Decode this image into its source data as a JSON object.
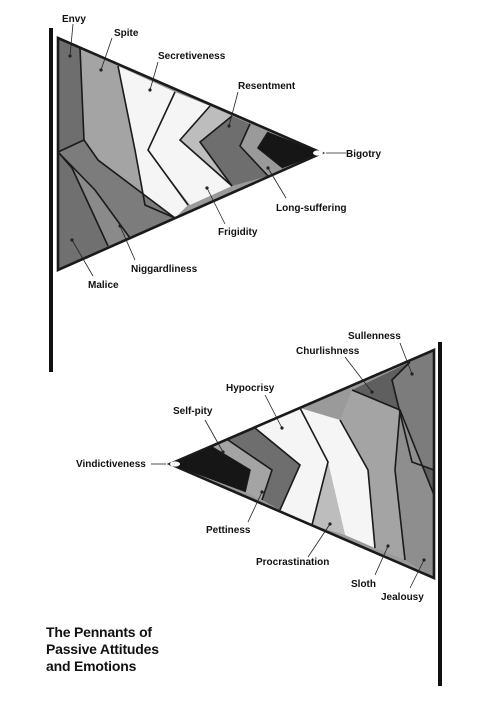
{
  "title": {
    "line1": "The Pennants of",
    "line2": "Passive Attitudes",
    "line3": "and Emotions"
  },
  "pennant_top": {
    "labels": {
      "envy": "Envy",
      "spite": "Spite",
      "secretiveness": "Secretiveness",
      "resentment": "Resentment",
      "bigotry": "Bigotry",
      "long_suffering": "Long-suffering",
      "frigidity": "Frigidity",
      "niggardliness": "Niggardliness",
      "malice": "Malice"
    }
  },
  "pennant_bottom": {
    "labels": {
      "sullenness": "Sullenness",
      "churlishness": "Churlishness",
      "hypocrisy": "Hypocrisy",
      "self_pity": "Self-pity",
      "vindictiveness": "Vindictiveness",
      "pettiness": "Pettiness",
      "procrastination": "Procrastination",
      "sloth": "Sloth",
      "jealousy": "Jealousy"
    }
  },
  "colors": {
    "pole": "#111111",
    "outline": "#1a1a1a",
    "dark_gray": "#6e6e6e",
    "mid_gray": "#8c8c8c",
    "light_gray": "#a9a9a9",
    "white": "#f6f6f6",
    "black": "#161616"
  }
}
